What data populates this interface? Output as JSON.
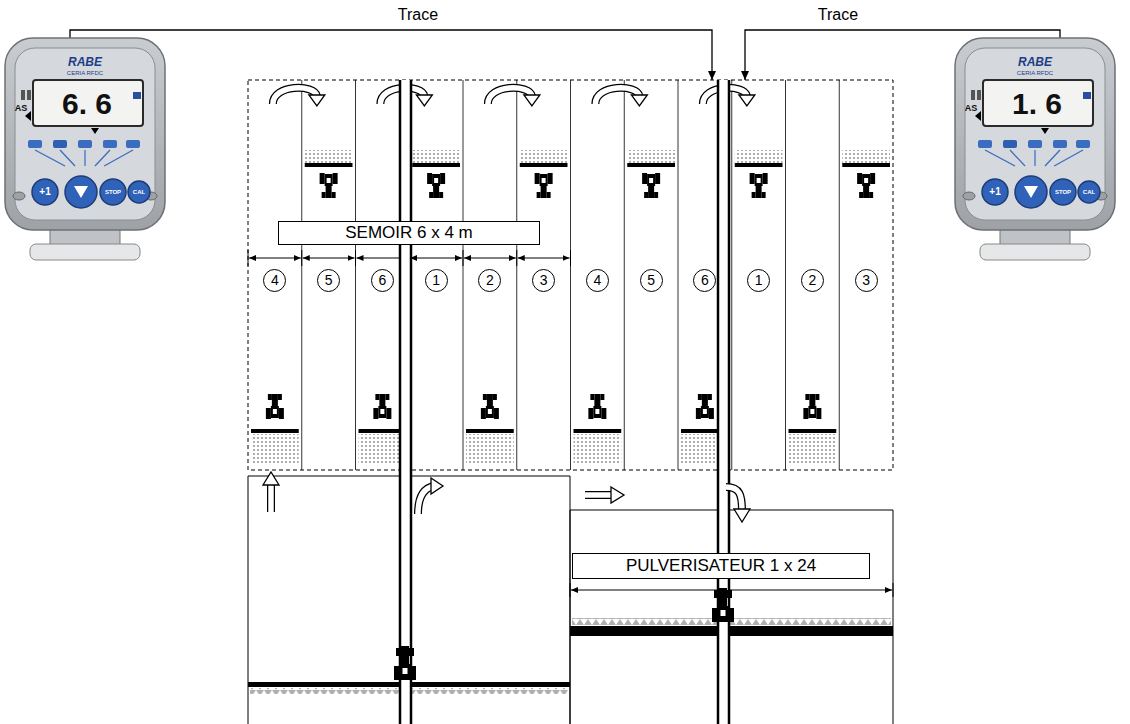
{
  "diagram": {
    "nodes": [
      {
        "text": [
          "SEMOIR 6 x 4 m"
        ]
      },
      {
        "text": [
          "4"
        ]
      },
      {
        "text": [
          "5"
        ]
      },
      {
        "text": [
          "6"
        ]
      },
      {
        "text": [
          "1"
        ]
      },
      {
        "text": [
          "2"
        ]
      },
      {
        "text": [
          "3"
        ]
      },
      {
        "text": [
          "4"
        ]
      },
      {
        "text": [
          "5"
        ]
      },
      {
        "text": [
          "6"
        ]
      },
      {
        "text": [
          "1"
        ]
      },
      {
        "text": [
          "2"
        ]
      },
      {
        "text": [
          "3"
        ]
      },
      {
        "text": [
          "PULVERISATEUR 1 x 24"
        ]
      }
    ],
    "labels": [
      "Trace",
      "Trace",
      "RABE",
      "CERIA RFDC",
      "6. 6",
      "AS",
      "+1",
      "STOP",
      "CAL",
      "RABE",
      "CERIA RFDC",
      "1. 6",
      "AS",
      "+1",
      "STOP",
      "CAL"
    ]
  }
}
